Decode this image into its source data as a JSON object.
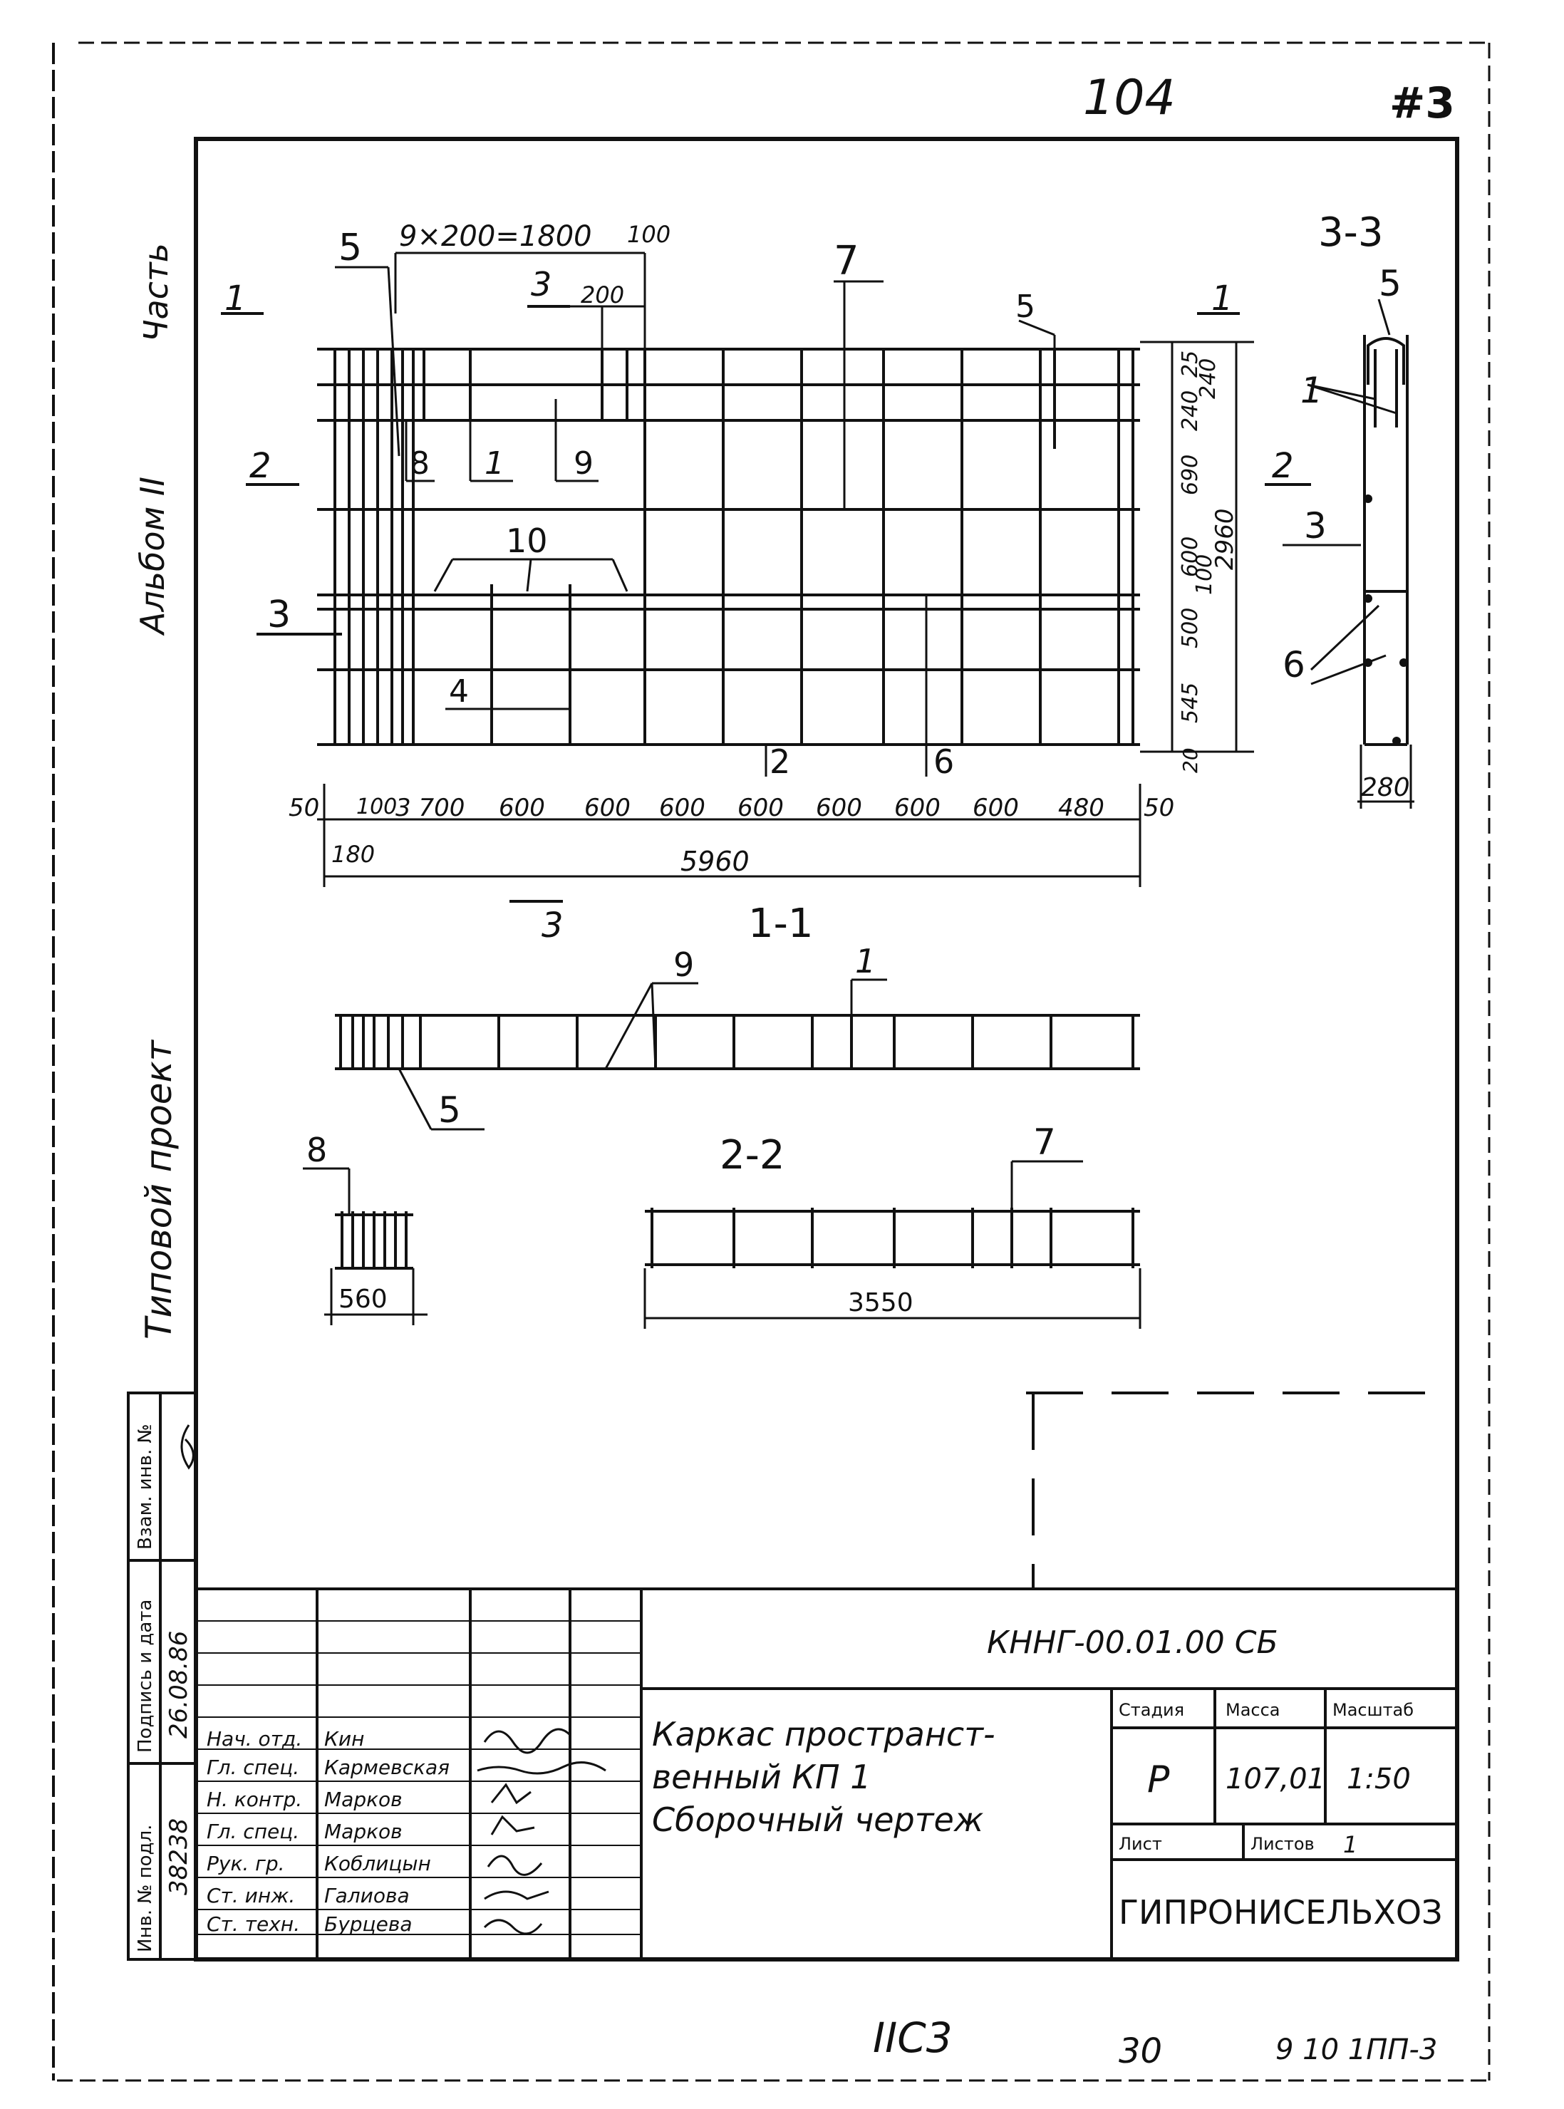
{
  "header": {
    "page_number": "104",
    "corner_mark": "#3"
  },
  "left_margin": {
    "binder_note_1": "Типовой проект",
    "binder_note_2": "Альбом II",
    "binder_note_3": "Часть"
  },
  "main_view": {
    "label_spacing": "9×200=1800",
    "label_100_top": "100",
    "label_200_top": "200",
    "section_3_top": "3",
    "section_1_left": "1",
    "section_1_right": "1",
    "section_2_left": "2",
    "section_2_right": "2",
    "section_3_left": "3",
    "section_3_bottom": "3",
    "pos_5a": "5",
    "pos_5b": "5",
    "pos_7": "7",
    "pos_8": "8",
    "pos_1": "1",
    "pos_9": "9",
    "pos_10": "10",
    "pos_4": "4",
    "pos_2": "2",
    "pos_6": "6",
    "bottom_dims": [
      "50",
      "100",
      "3 700",
      "600",
      "600",
      "600",
      "600",
      "600",
      "600",
      "600",
      "480",
      "50"
    ],
    "dim_180": "180",
    "dim_total_width": "5960",
    "right_dims": [
      "25",
      "240",
      "240",
      "690",
      "600",
      "100",
      "500",
      "545",
      "20"
    ],
    "dim_total_height": "2960"
  },
  "section_3_3": {
    "title": "3-3",
    "pos_5": "5",
    "pos_1": "1",
    "pos_3": "3",
    "pos_6": "6",
    "width": "280"
  },
  "section_1_1": {
    "title": "1-1",
    "pos_9": "9",
    "pos_1": "1",
    "pos_5": "5"
  },
  "detail_8": {
    "pos": "8",
    "width": "560"
  },
  "section_2_2": {
    "title": "2-2",
    "pos_7": "7",
    "length": "3550"
  },
  "side_stamp": {
    "cells": [
      "Инв. № подл.",
      "Подпись и дата",
      "Взам. инв. №"
    ],
    "inv_value": "38238",
    "date_value": "26.08.86"
  },
  "title_block": {
    "doc_code": "КННГ-00.01.00 СБ",
    "title_line_1": "Каркас пространст-",
    "title_line_2": "венный КП 1",
    "title_line_3": "Сборочный чертеж",
    "stage_header": "Стадия",
    "mass_header": "Масса",
    "scale_header": "Масштаб",
    "stage_value": "Р",
    "mass_value": "107,01",
    "scale_value": "1:50",
    "sheet_label": "Лист",
    "sheets_label": "Листов",
    "sheets_value": "1",
    "organization": "ГИПРОНИСЕЛЬХОЗ",
    "roles": [
      "Нач. отд.",
      "Гл. спец.",
      "Н. контр.",
      "Гл. спец.",
      "Рук. гр.",
      "Ст. инж.",
      "Ст. техн."
    ],
    "names": [
      "Кин",
      "Кармевская",
      "Марков",
      "Марков",
      "Коблицын",
      "Галиова",
      "Бурцева"
    ]
  },
  "footer": {
    "note_left": "IIC3",
    "note_mid": "30",
    "note_right": "9 10 1ПП-3"
  }
}
